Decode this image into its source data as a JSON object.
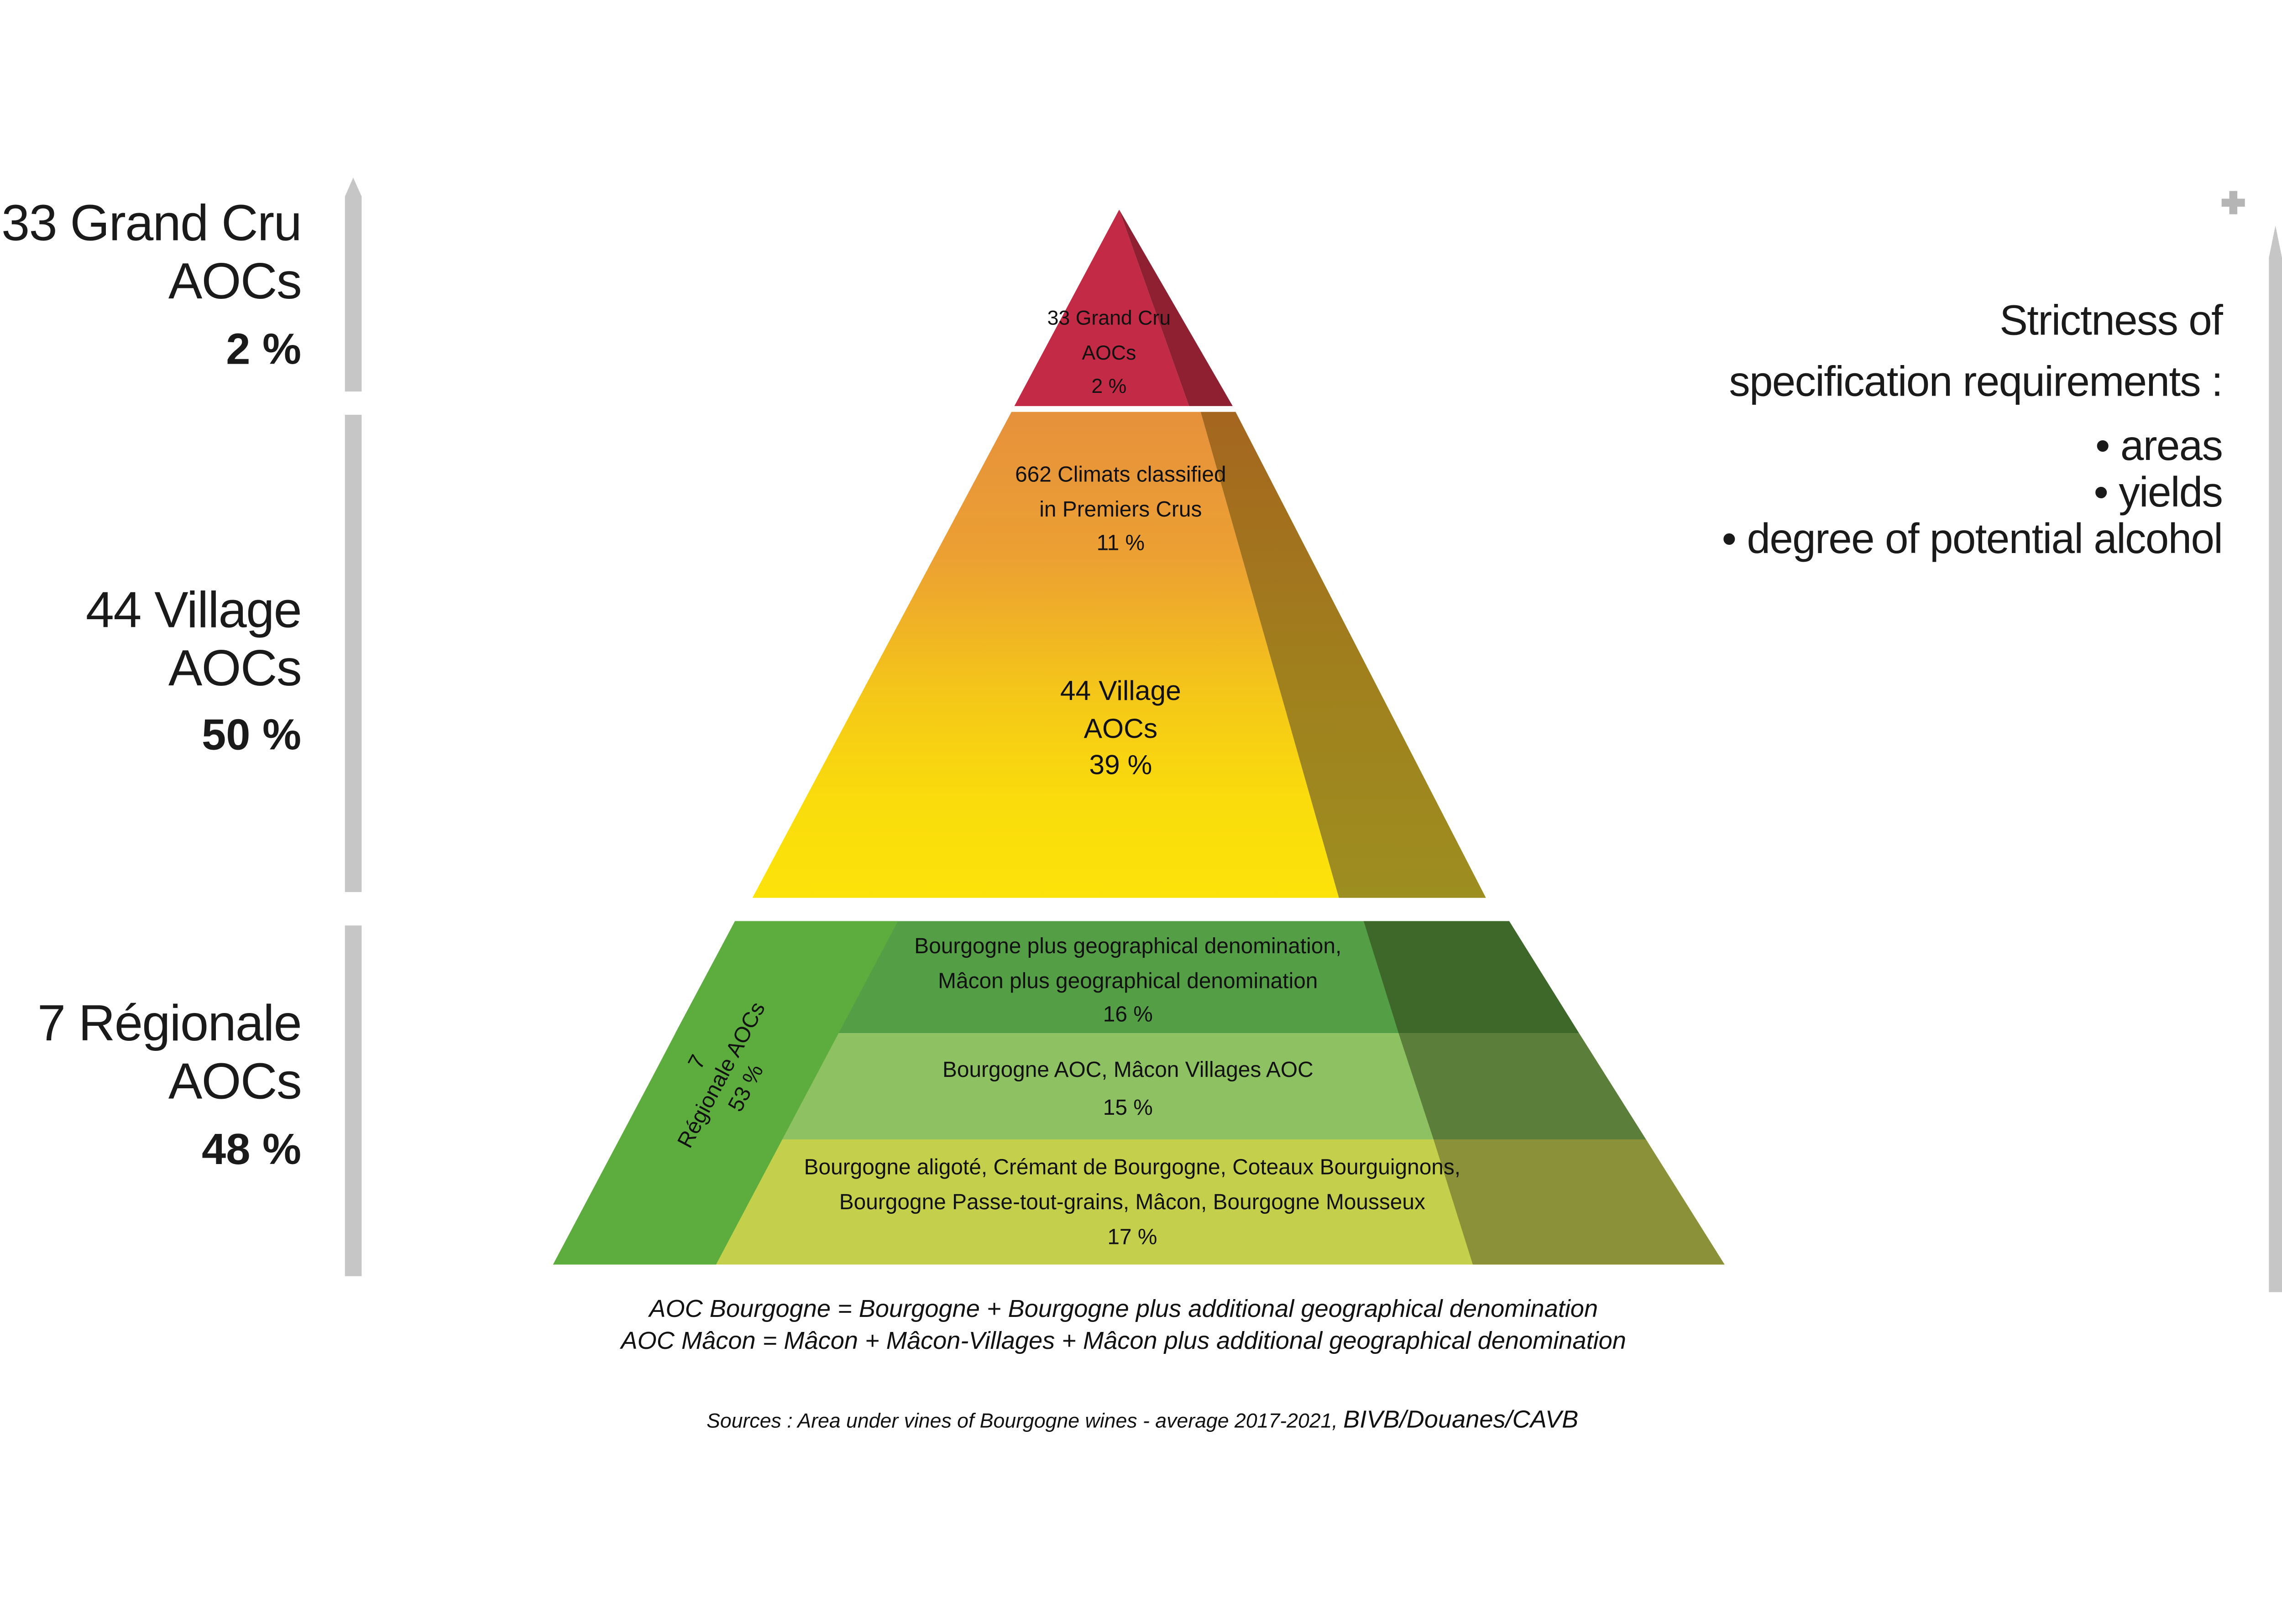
{
  "colors": {
    "background": "#ffffff",
    "text_dark": "#1a1a1a",
    "text_black": "#111111",
    "gray_arrow": "#c6c6c6",
    "gray_plus": "#b5b5b5",
    "grand_cru_red": "#c32a45",
    "grand_cru_red_shadow": "#8f2032",
    "village_orange_top": "#e6913c",
    "village_orange_mid": "#eca032",
    "village_gold": "#f5c917",
    "village_yellow": "#fadc0c",
    "village_yellow_bottom": "#fce309",
    "village_shadow_top": "#a5661f",
    "village_shadow_mid": "#a0801d",
    "village_shadow_bottom": "#9d8e20",
    "regionale_stripe_green": "#5cad3d",
    "band_geo_green": "#549f45",
    "band_geo_shadow": "#3e682a",
    "band_aoc_green": "#8ec161",
    "band_aoc_shadow": "#5c7e3b",
    "band_generic_green": "#c4d04c",
    "band_generic_shadow": "#8a9138"
  },
  "left_labels": {
    "grand_cru": {
      "line1": "33 Grand Cru",
      "line2": "AOCs",
      "pct": "2 %"
    },
    "village": {
      "line1": "44 Village",
      "line2": "AOCs",
      "pct": "50 %"
    },
    "regionale": {
      "line1": "7 Régionale",
      "line2": "AOCs",
      "pct": "48 %"
    }
  },
  "annotation": {
    "title_line1": "Strictness of",
    "title_line2": "specification requirements :",
    "bullets": [
      "• areas",
      "• yields",
      "• degree of potential alcohol"
    ]
  },
  "pyramid": {
    "grand_cru": {
      "lines": [
        "33 Grand Cru",
        "AOCs",
        "2 %"
      ]
    },
    "premiers_crus": {
      "lines": [
        "662 Climats classified",
        "in Premiers Crus",
        "11 %"
      ]
    },
    "village": {
      "lines": [
        "44 Village",
        "AOCs",
        "39 %"
      ]
    },
    "regionale_stripe": {
      "lines": [
        "7",
        "Régionale AOCs",
        "53 %"
      ]
    },
    "band_geo": {
      "lines": [
        "Bourgogne plus geographical denomination,",
        "Mâcon plus geographical denomination",
        "16 %"
      ]
    },
    "band_aoc": {
      "lines": [
        "Bourgogne AOC, Mâcon Villages AOC",
        "15 %"
      ]
    },
    "band_generic": {
      "lines": [
        "Bourgogne aligoté, Crémant de Bourgogne, Coteaux Bourguignons,",
        "Bourgogne Passe-tout-grains, Mâcon, Bourgogne Mousseux",
        "17 %"
      ]
    }
  },
  "footnotes": {
    "line1": "AOC Bourgogne = Bourgogne + Bourgogne plus additional geographical denomination",
    "line2": "AOC Mâcon = Mâcon + Mâcon-Villages + Mâcon plus additional geographical denomination",
    "sources_prefix": "Sources : Area under vines of Bourgogne wines - average 2017-2021, ",
    "sources_org": "BIVB/Douanes/CAVB"
  }
}
